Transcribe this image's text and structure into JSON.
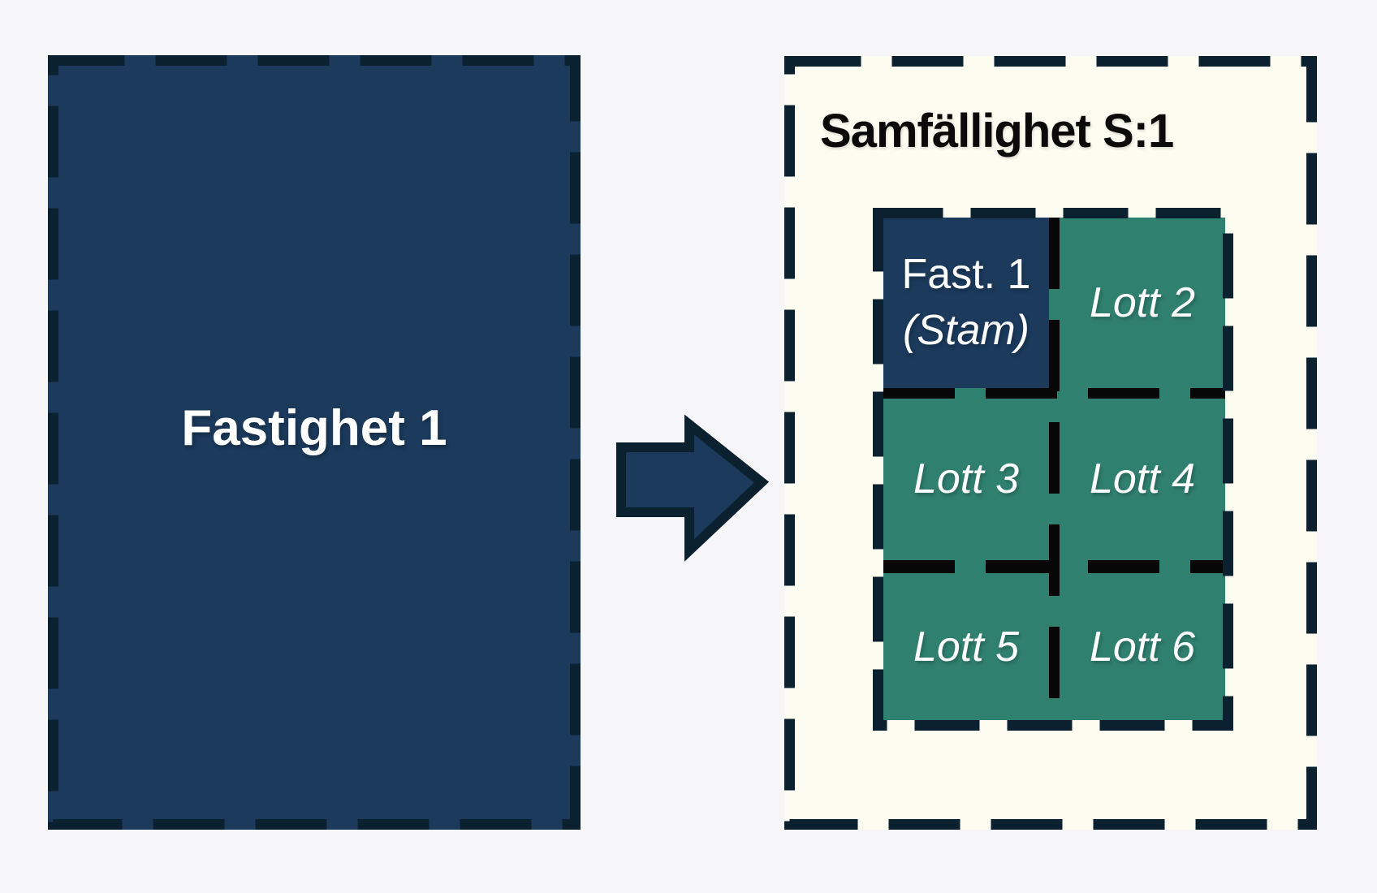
{
  "left_property": {
    "label": "Fastighet 1"
  },
  "arrow": {
    "icon": "right-block-arrow"
  },
  "samfallighet": {
    "title": "Samfällighet S:1",
    "stam_lot": {
      "line1": "Fast. 1",
      "line2": "(Stam)"
    },
    "lots": [
      {
        "label": "Lott 2"
      },
      {
        "label": "Lott 3"
      },
      {
        "label": "Lott 4"
      },
      {
        "label": "Lott 5"
      },
      {
        "label": "Lott 6"
      }
    ]
  },
  "colors": {
    "page_bg": "#F6F6F8",
    "property_fill": "#1B3A5C",
    "border_navy": "#0C2130",
    "panel_bg": "#FDFCF0",
    "lot_fill": "#308070",
    "divider_black": "#070707",
    "title_text": "#0A0A0A",
    "label_text": "#FFFFFF"
  }
}
